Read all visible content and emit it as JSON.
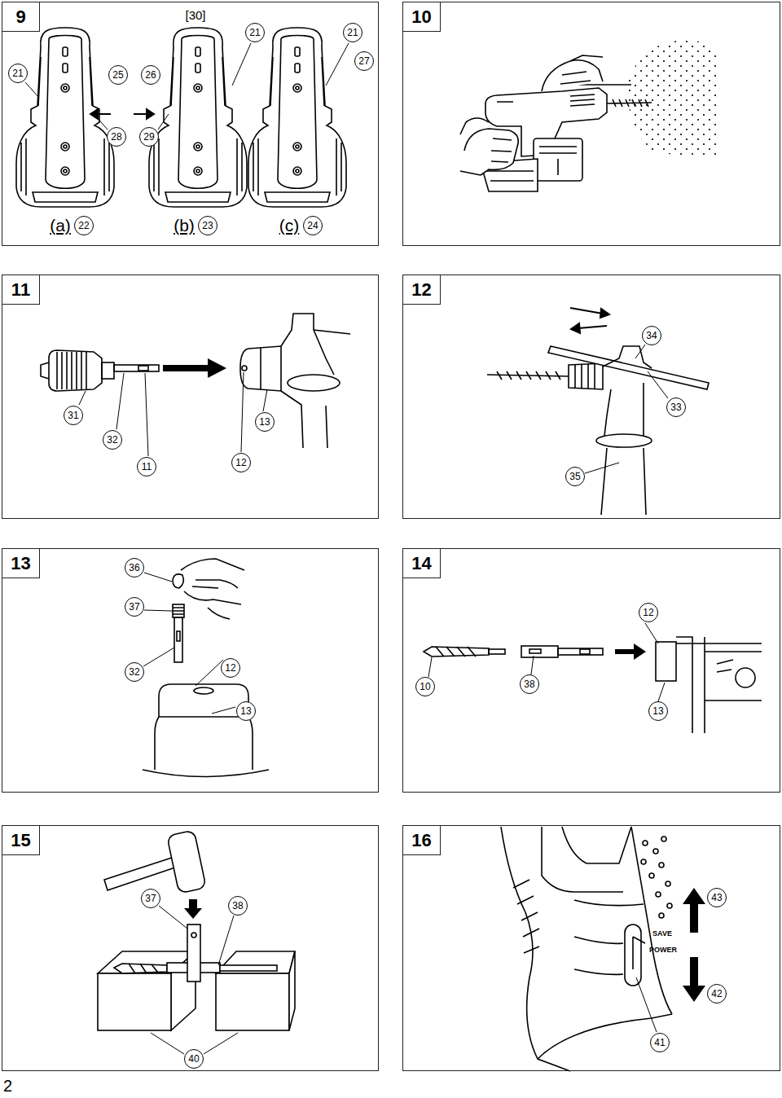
{
  "diagram": {
    "nodes": [
      {
        "text": [
          "9"
        ]
      },
      {
        "text": [
          "10"
        ]
      },
      {
        "text": [
          "11"
        ]
      },
      {
        "text": [
          "12"
        ]
      },
      {
        "text": [
          "13"
        ]
      },
      {
        "text": [
          "14"
        ]
      },
      {
        "text": [
          "15"
        ]
      },
      {
        "text": [
          "16"
        ]
      }
    ],
    "labels": [
      "21",
      "25",
      "26",
      "[30]",
      "21",
      "21",
      "27",
      "28",
      "29",
      "(a)",
      "22",
      "(b)",
      "23",
      "(c)",
      "24",
      "31",
      "32",
      "13",
      "11",
      "12",
      "34",
      "33",
      "35",
      "36",
      "37",
      "32",
      "12",
      "13",
      "12",
      "10",
      "38",
      "13",
      "37",
      "38",
      "40",
      "SAVE",
      "POWER",
      "43",
      "42",
      "41",
      "2"
    ]
  }
}
